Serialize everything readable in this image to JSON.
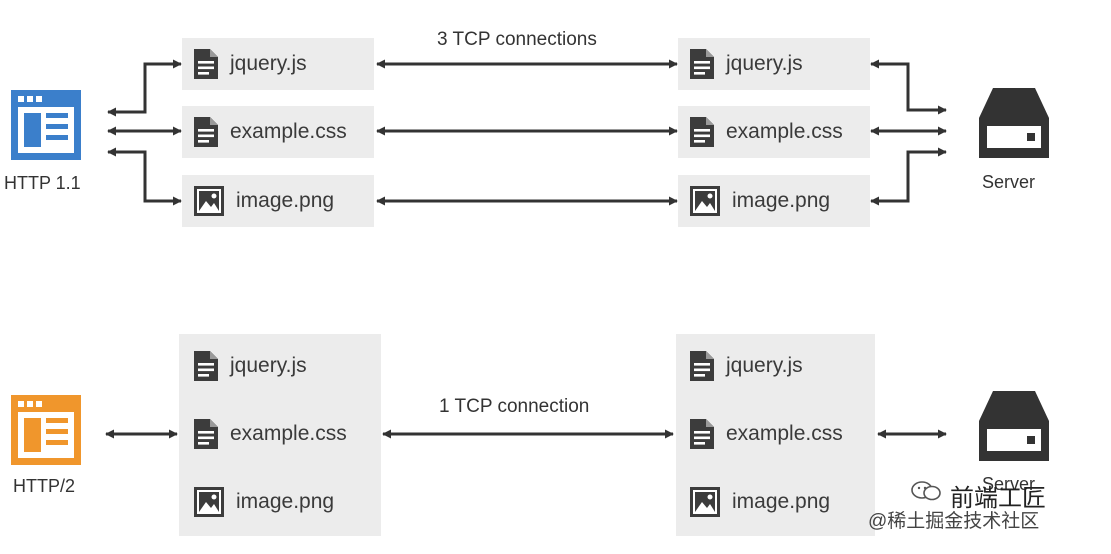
{
  "sections": [
    {
      "protocol_label": "HTTP 1.1",
      "connection_label": "3 TCP connections",
      "server_label": "Server",
      "browser_color": "#3b7fcb",
      "client_files": [
        {
          "name": "jquery.js",
          "icon": "document-icon"
        },
        {
          "name": "example.css",
          "icon": "document-icon"
        },
        {
          "name": "image.png",
          "icon": "image-icon"
        }
      ],
      "server_files": [
        {
          "name": "jquery.js",
          "icon": "document-icon"
        },
        {
          "name": "example.css",
          "icon": "document-icon"
        },
        {
          "name": "image.png",
          "icon": "image-icon"
        }
      ]
    },
    {
      "protocol_label": "HTTP/2",
      "connection_label": "1 TCP connection",
      "server_label": "Server",
      "browser_color": "#f0962c",
      "client_files": [
        {
          "name": "jquery.js",
          "icon": "document-icon"
        },
        {
          "name": "example.css",
          "icon": "document-icon"
        },
        {
          "name": "image.png",
          "icon": "image-icon"
        }
      ],
      "server_files": [
        {
          "name": "jquery.js",
          "icon": "document-icon"
        },
        {
          "name": "example.css",
          "icon": "document-icon"
        },
        {
          "name": "image.png",
          "icon": "image-icon"
        }
      ]
    }
  ],
  "watermark": {
    "channel": "前端工匠",
    "source": "@稀土掘金技术社区"
  },
  "colors": {
    "arrow": "#333333",
    "box": "#ececec",
    "icon": "#3c3c3c"
  }
}
